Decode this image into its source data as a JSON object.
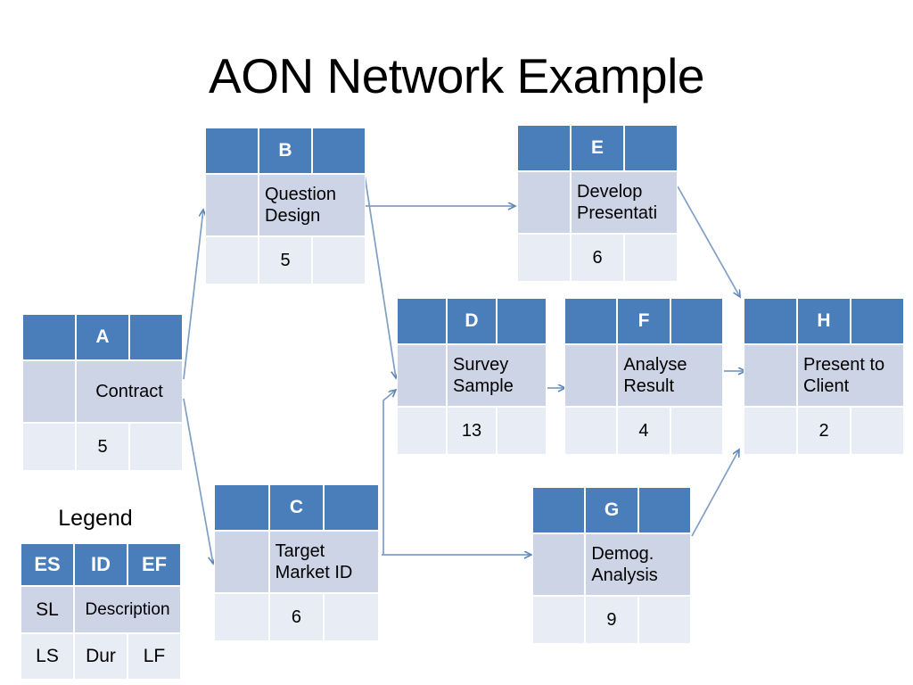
{
  "title": "AON Network Example",
  "colors": {
    "header_blue": "#4a7ebb",
    "mid_row": "#ccd4e6",
    "bottom_row": "#e8ecf5",
    "arrow": "#7f9fc4",
    "text": "#000000"
  },
  "legend": {
    "title": "Legend",
    "es": "ES",
    "id": "ID",
    "ef": "EF",
    "sl": "SL",
    "description": "Description",
    "ls": "LS",
    "dur": "Dur",
    "lf": "LF"
  },
  "nodes": {
    "a": {
      "id": "A",
      "description": "Contract",
      "duration": "5"
    },
    "b": {
      "id": "B",
      "description": "Question\nDesign",
      "duration": "5"
    },
    "c": {
      "id": "C",
      "description": "Target\nMarket ID",
      "duration": "6"
    },
    "d": {
      "id": "D",
      "description": "Survey\nSample",
      "duration": "13"
    },
    "e": {
      "id": "E",
      "description": "Develop\nPresentati",
      "duration": "6"
    },
    "f": {
      "id": "F",
      "description": "Analyse\nResult",
      "duration": "4"
    },
    "g": {
      "id": "G",
      "description": "Demog.\nAnalysis",
      "duration": "9"
    },
    "h": {
      "id": "H",
      "description": "Present to\nClient",
      "duration": "2"
    }
  },
  "connections": [
    {
      "from": "A",
      "to": "B"
    },
    {
      "from": "A",
      "to": "C"
    },
    {
      "from": "B",
      "to": "E"
    },
    {
      "from": "B",
      "to": "D"
    },
    {
      "from": "C",
      "to": "D"
    },
    {
      "from": "C",
      "to": "G"
    },
    {
      "from": "D",
      "to": "F"
    },
    {
      "from": "E",
      "to": "H"
    },
    {
      "from": "F",
      "to": "H"
    },
    {
      "from": "G",
      "to": "H"
    }
  ]
}
